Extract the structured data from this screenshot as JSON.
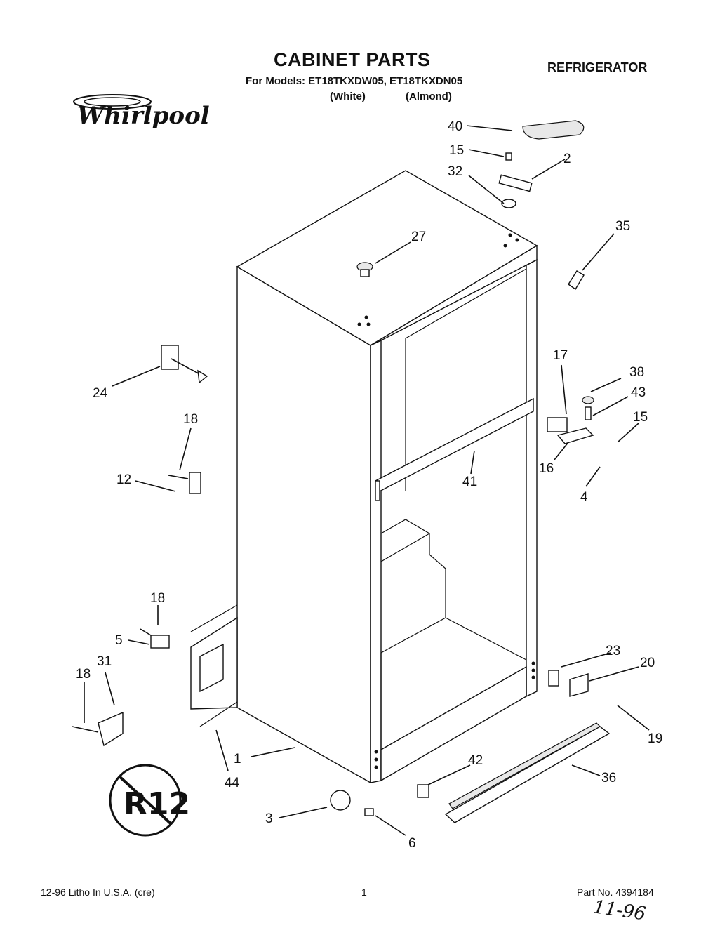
{
  "header": {
    "title": "CABINET PARTS",
    "appliance": "REFRIGERATOR",
    "models_line": "For Models: ET18TKXDW05, ET18TKXDN05",
    "color_white": "(White)",
    "color_almond": "(Almond)"
  },
  "brand": {
    "logo_text": "Whirlpool"
  },
  "symbol": {
    "text": "R12",
    "meaning": "no-r12-symbol"
  },
  "callouts": [
    "40",
    "15",
    "2",
    "32",
    "35",
    "27",
    "24",
    "17",
    "38",
    "43",
    "15",
    "18",
    "12",
    "16",
    "41",
    "4",
    "18",
    "5",
    "23",
    "20",
    "18",
    "31",
    "19",
    "1",
    "44",
    "42",
    "36",
    "3",
    "6"
  ],
  "footer": {
    "left": "12-96 Litho In U.S.A. (cre)",
    "center": "1",
    "right": "Part No. 4394184",
    "handwriting": "11-96"
  }
}
